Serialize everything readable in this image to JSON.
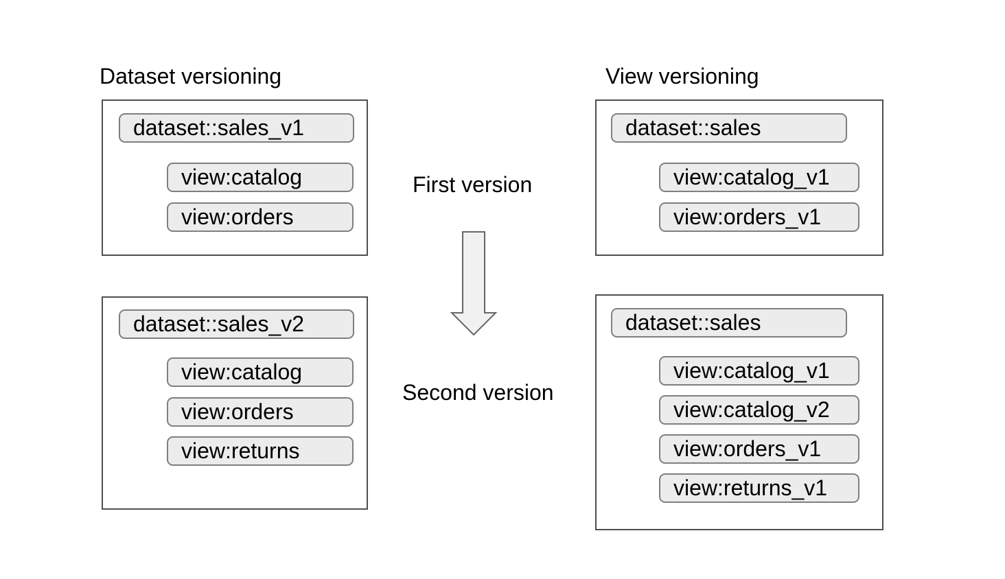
{
  "diagram": {
    "left_column": {
      "title": "Dataset versioning",
      "boxes": [
        {
          "dataset": "dataset::sales_v1",
          "views": [
            "view:catalog",
            "view:orders"
          ]
        },
        {
          "dataset": "dataset::sales_v2",
          "views": [
            "view:catalog",
            "view:orders",
            "view:returns"
          ]
        }
      ]
    },
    "right_column": {
      "title": "View versioning",
      "boxes": [
        {
          "dataset": "dataset::sales",
          "views": [
            "view:catalog_v1",
            "view:orders_v1"
          ]
        },
        {
          "dataset": "dataset::sales",
          "views": [
            "view:catalog_v1",
            "view:catalog_v2",
            "view:orders_v1",
            "view:returns_v1"
          ]
        }
      ]
    },
    "center": {
      "first_label": "First version",
      "second_label": "Second version",
      "arrow_icon": "down-arrow-icon"
    },
    "colors": {
      "background": "#ffffff",
      "pill_fill": "#ececec",
      "pill_border": "#7f7f7f",
      "box_border": "#4f4f4f",
      "arrow_fill": "#f1f1f1",
      "arrow_stroke": "#666666",
      "text": "#000000"
    }
  }
}
